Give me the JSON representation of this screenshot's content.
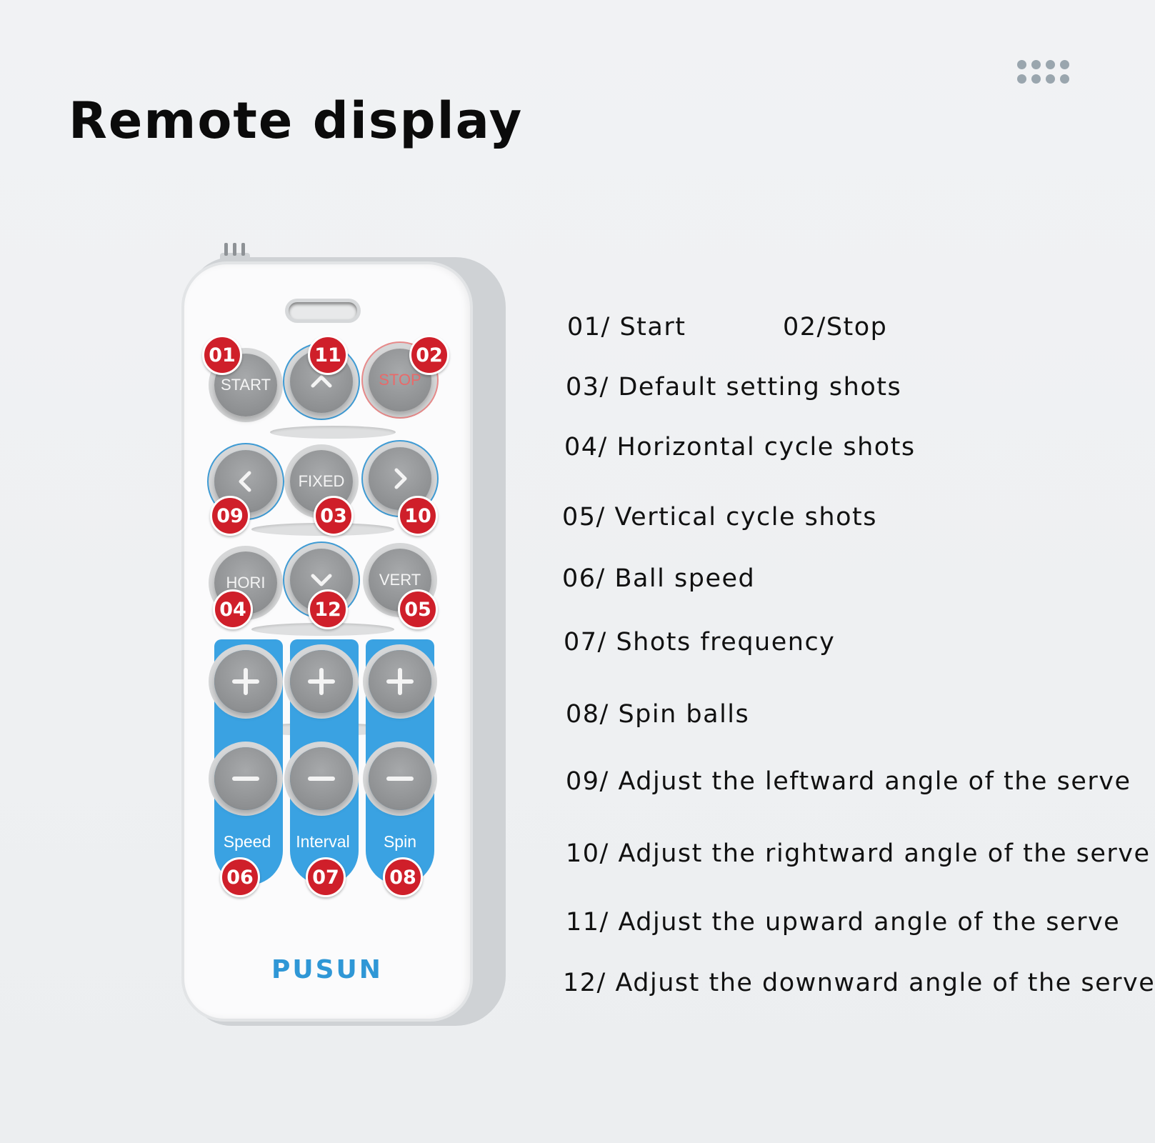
{
  "title": "Remote display",
  "remote": {
    "brand": "PUSUN",
    "buttons": {
      "start": "START",
      "stop": "STOP",
      "fixed": "FIXED",
      "hori": "HORI",
      "vert": "VERT",
      "up_icon": "chevron-up-icon",
      "down_icon": "chevron-down-icon",
      "left_icon": "chevron-left-icon",
      "right_icon": "chevron-right-icon",
      "plus_icon": "plus-icon",
      "minus_icon": "minus-icon"
    },
    "strips": [
      "Speed",
      "Interval",
      "Spin"
    ],
    "badges": {
      "b01": "01",
      "b02": "02",
      "b03": "03",
      "b04": "04",
      "b05": "05",
      "b06": "06",
      "b07": "07",
      "b08": "08",
      "b09": "09",
      "b10": "10",
      "b11": "11",
      "b12": "12"
    },
    "colors": {
      "badge": "#cf1f2a",
      "accent_blue": "#3aa2e2",
      "button_gray": "#8e9092"
    }
  },
  "legend": [
    "01/ Start",
    "02/Stop",
    "03/ Default setting shots",
    "04/ Horizontal cycle shots",
    "05/ Vertical cycle shots",
    "06/ Ball speed",
    "07/ Shots frequency",
    "08/ Spin balls",
    "09/ Adjust the leftward angle of the serve",
    "10/ Adjust the rightward angle of the serve",
    "11/ Adjust the upward angle of the serve",
    "12/ Adjust the downward angle of the serve"
  ]
}
